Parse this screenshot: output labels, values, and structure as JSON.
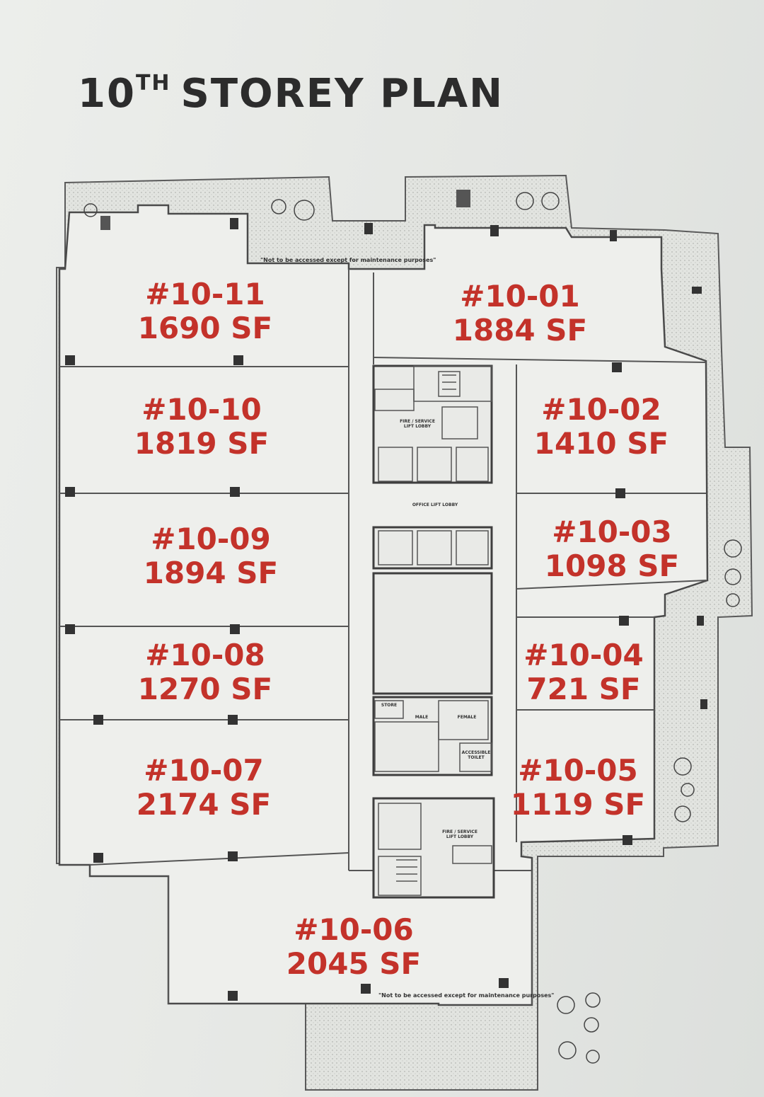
{
  "title": {
    "main": "10",
    "sup": "TH",
    "rest": "STOREY PLAN"
  },
  "units": [
    {
      "id": "#10-11",
      "area": "1690 SF"
    },
    {
      "id": "#10-01",
      "area": "1884 SF"
    },
    {
      "id": "#10-10",
      "area": "1819 SF"
    },
    {
      "id": "#10-02",
      "area": "1410 SF"
    },
    {
      "id": "#10-09",
      "area": "1894 SF"
    },
    {
      "id": "#10-03",
      "area": "1098 SF"
    },
    {
      "id": "#10-08",
      "area": "1270 SF"
    },
    {
      "id": "#10-04",
      "area": "721 SF"
    },
    {
      "id": "#10-07",
      "area": "2174 SF"
    },
    {
      "id": "#10-05",
      "area": "1119 SF"
    },
    {
      "id": "#10-06",
      "area": "2045 SF"
    }
  ],
  "notes": {
    "top": "\"Not to be accessed except for maintenance purposes\"",
    "bottom": "\"Not to be accessed except for maintenance purposes\""
  },
  "rooms": {
    "fire_lobby_top": "FIRE / SERVICE LIFT LOBBY",
    "office_lobby": "OFFICE LIFT LOBBY",
    "store": "STORE",
    "male": "MALE",
    "female": "FEMALE",
    "accessible": "ACCESSIBLE TOILET",
    "fire_lobby_bottom": "FIRE / SERVICE LIFT LOBBY"
  },
  "colors": {
    "label": "#c3322a",
    "line": "#4a4a4a",
    "column": "#333333",
    "hatch": "#c8cac6"
  }
}
